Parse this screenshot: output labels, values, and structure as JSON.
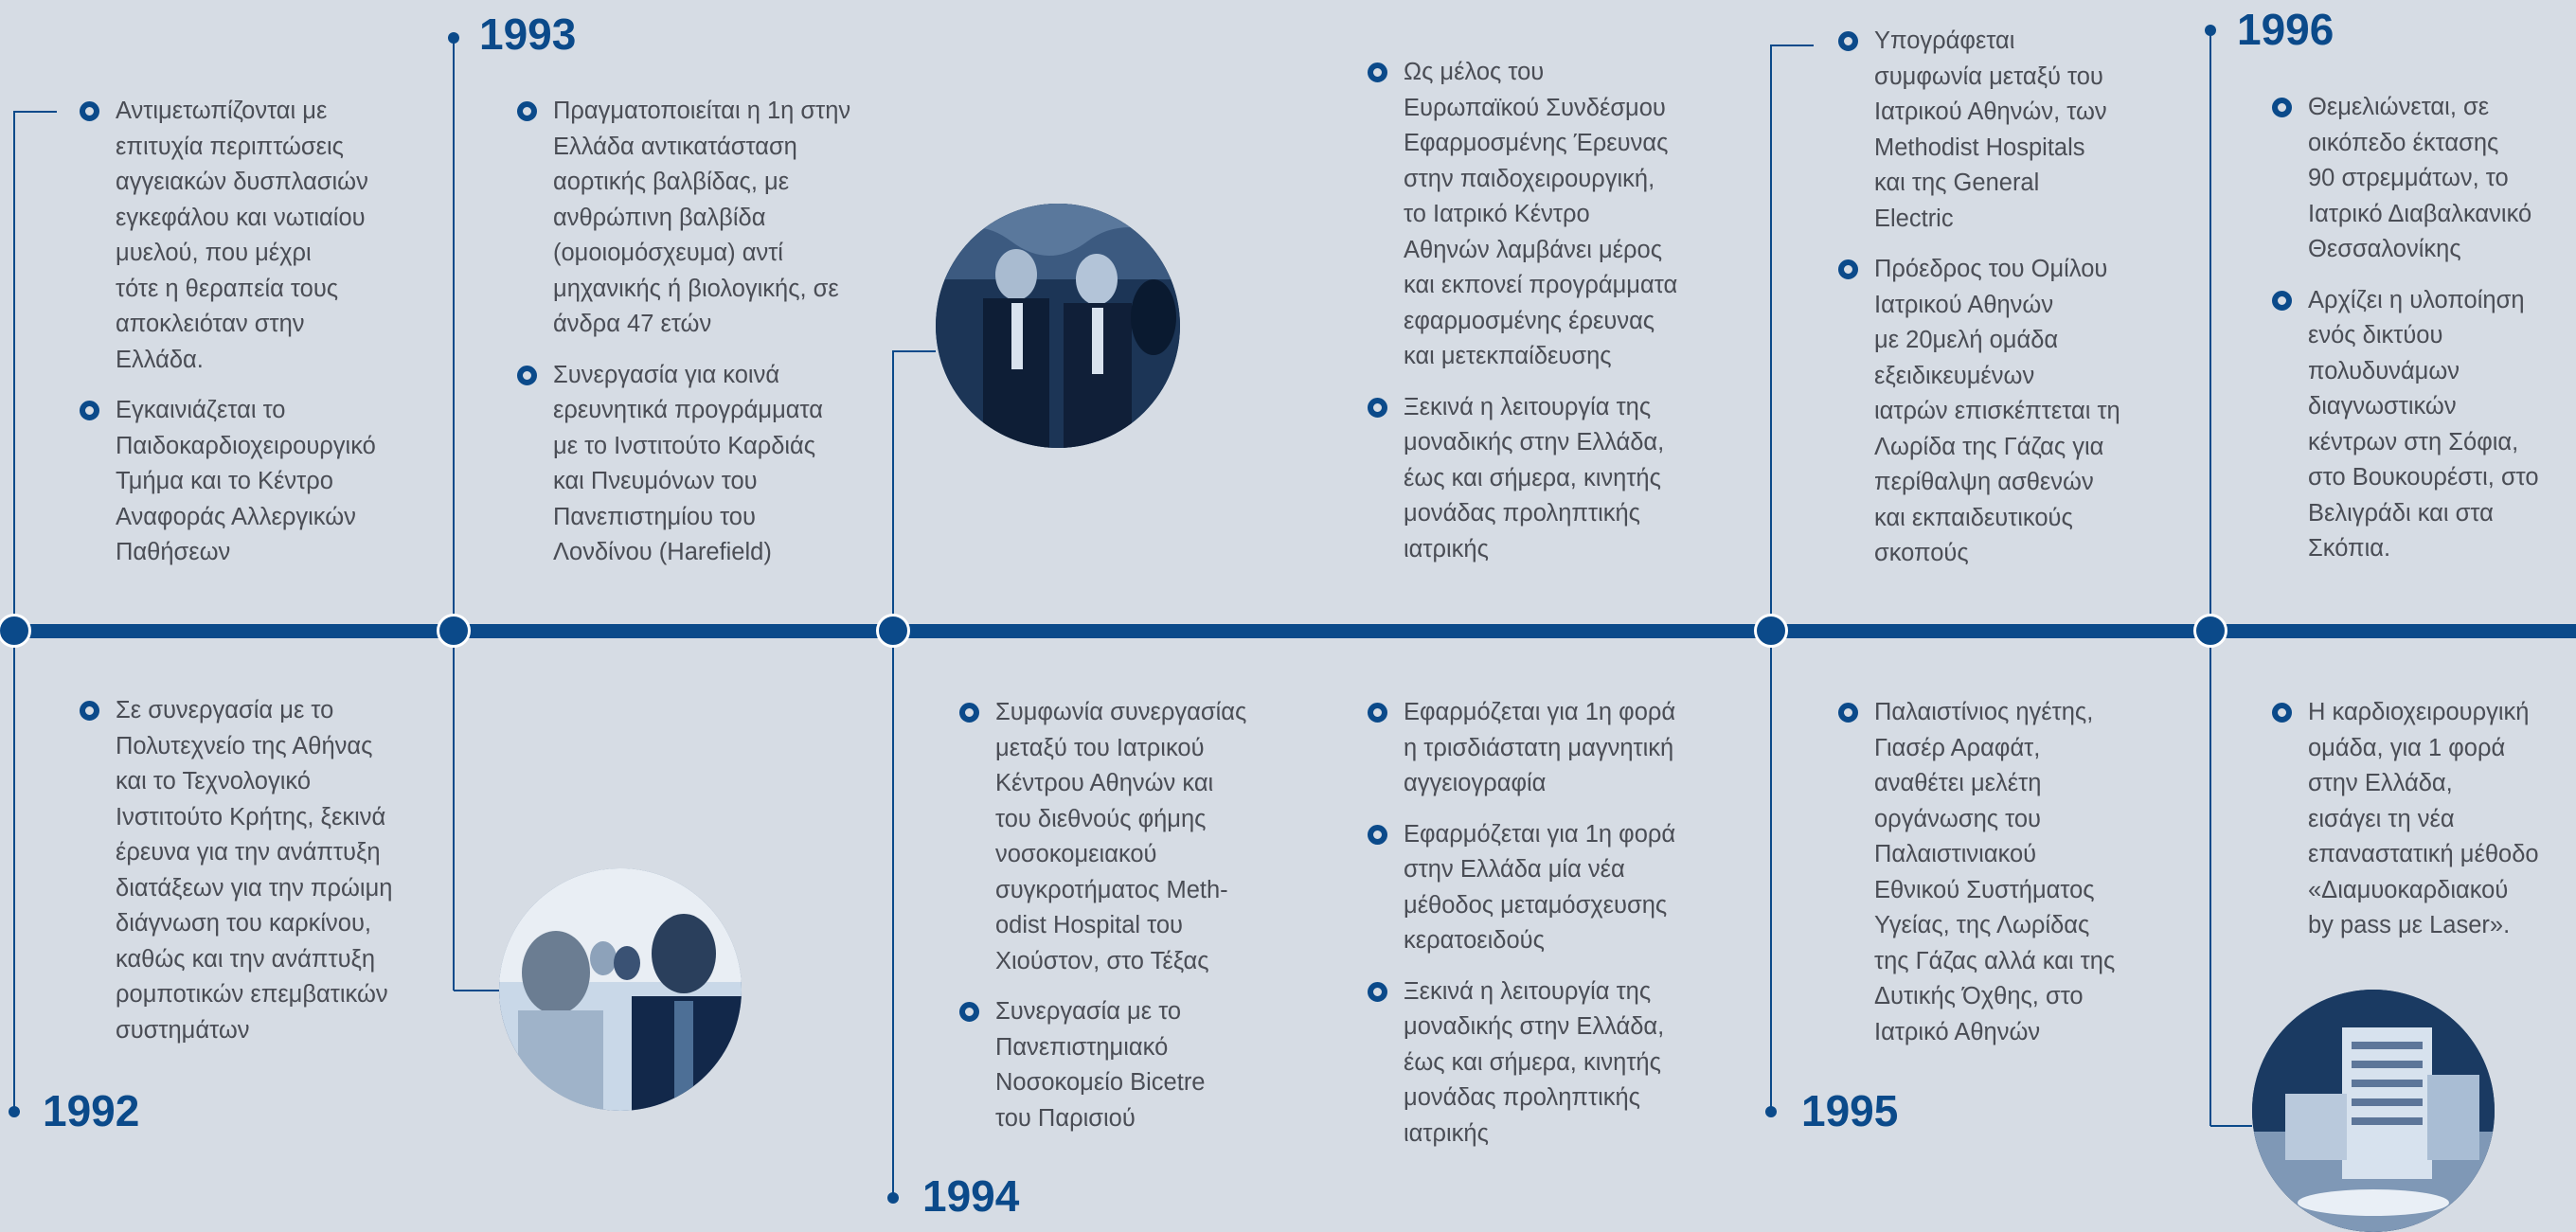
{
  "colors": {
    "background": "#d6dce4",
    "accent": "#0b4a8a",
    "text": "#4a4d55"
  },
  "years": {
    "y1992": "1992",
    "y1993": "1993",
    "y1994": "1994",
    "y1995": "1995",
    "y1996": "1996"
  },
  "entries": {
    "y1992_top": [
      [
        "Αντιμετωπίζονται με",
        "επιτυχία περιπτώσεις",
        "αγγειακών δυσπλασιών",
        "εγκεφάλου και νωτιαίου",
        "μυελού, που μέχρι",
        "τότε η θεραπεία τους",
        "αποκλειόταν στην",
        "Ελλάδα."
      ],
      [
        "Εγκαινιάζεται το",
        "Παιδοκαρδιοχειρουργικό",
        "Τμήμα και το Κέντρο",
        "Αναφοράς Αλλεργικών",
        "Παθήσεων"
      ]
    ],
    "y1992_bottom": [
      [
        "Σε συνεργασία με το",
        "Πολυτεχνείο της Αθήνας",
        "και το Τεχνολογικό",
        "Ινστιτούτο Κρήτης, ξεκινά",
        "έρευνα για την ανάπτυξη",
        "διατάξεων για την πρώιμη",
        "διάγνωση του καρκίνου,",
        "καθώς και την ανάπτυξη",
        "ρομποτικών επεμβατικών",
        "συστημάτων"
      ]
    ],
    "y1993_top": [
      [
        "Πραγματοποιείται η 1η στην",
        "Ελλάδα αντικατάσταση",
        "αορτικής βαλβίδας, με",
        "ανθρώπινη βαλβίδα",
        "(ομοιομόσχευμα) αντί",
        "μηχανικής ή βιολογικής, σε",
        "άνδρα 47 ετών"
      ],
      [
        "Συνεργασία για κοινά",
        "ερευνητικά προγράμματα",
        "με το Ινστιτούτο Καρδιάς",
        "και Πνευμόνων του",
        "Πανεπιστημίου του",
        "Λονδίνου (Harefield)"
      ]
    ],
    "y1994_bottom": [
      [
        "Συμφωνία συνεργασίας",
        "μεταξύ του Ιατρικού",
        "Κέντρου Αθηνών και",
        "του διεθνούς φήμης",
        "νοσοκομειακού",
        "συγκροτήματος Meth-",
        "odist Hospital του",
        "Χιούστον, στο Τέξας"
      ],
      [
        "Συνεργασία με το",
        "Πανεπιστημιακό",
        "Νοσοκομείο Bicetre",
        "του Παρισιού"
      ]
    ],
    "mid_top": [
      [
        "Ως μέλος του",
        "Ευρωπαϊκού Συνδέσμου",
        "Εφαρμοσμένης Έρευνας",
        "στην παιδοχειρουργική,",
        "το Ιατρικό Κέντρο",
        "Αθηνών λαμβάνει μέρος",
        "και εκπονεί προγράμματα",
        "εφαρμοσμένης έρευνας",
        "και μετεκπαίδευσης"
      ],
      [
        "Ξεκινά η λειτουργία της",
        "μοναδικής στην Ελλάδα,",
        "έως και σήμερα, κινητής",
        "μονάδας προληπτικής",
        "ιατρικής"
      ]
    ],
    "mid_bottom": [
      [
        "Εφαρμόζεται για 1η φορά",
        "η τρισδιάστατη μαγνητική",
        "αγγειογραφία"
      ],
      [
        "Εφαρμόζεται για 1η φορά",
        "στην Ελλάδα μία νέα",
        "μέθοδος μεταμόσχευσης",
        "κερατοειδούς"
      ],
      [
        "Ξεκινά η λειτουργία της",
        "μοναδικής στην Ελλάδα,",
        "έως και σήμερα, κινητής",
        "μονάδας προληπτικής",
        "ιατρικής"
      ]
    ],
    "y1995_top": [
      [
        "Υπογράφεται",
        "συμφωνία μεταξύ του",
        "Ιατρικού Αθηνών, των",
        "Methodist Hospitals",
        "και της General",
        "Electric"
      ],
      [
        "Πρόεδρος του Ομίλου",
        "Ιατρικού Αθηνών",
        "με 20μελή ομάδα",
        "εξειδικευμένων",
        "ιατρών επισκέπτεται τη",
        "Λωρίδα της Γάζας για",
        "περίθαλψη ασθενών",
        "και εκπαιδευτικούς",
        "σκοπούς"
      ]
    ],
    "y1995_bottom": [
      [
        "Παλαιστίνιος ηγέτης,",
        "Γιασέρ Αραφάτ,",
        "αναθέτει μελέτη",
        "οργάνωσης του",
        "Παλαιστινιακού",
        "Εθνικού Συστήματος",
        "Υγείας, της Λωρίδας",
        "της Γάζας αλλά και της",
        "Δυτικής Όχθης, στο",
        "Ιατρικό Αθηνών"
      ]
    ],
    "y1996_top": [
      [
        "Θεμελιώνεται, σε",
        "οικόπεδο έκτασης",
        "90 στρεμμάτων, το",
        "Ιατρικό Διαβαλκανικό",
        "Θεσσαλονίκης"
      ],
      [
        "Αρχίζει η υλοποίηση",
        "ενός δικτύου",
        "πολυδυνάμων",
        "διαγνωστικών",
        "κέντρων στη Σόφια,",
        "στο Βουκουρέστι, στο",
        "Βελιγράδι και στα",
        "Σκόπια."
      ]
    ],
    "y1996_bottom": [
      [
        "Η καρδιοχειρουργική",
        "ομάδα, για 1 φορά",
        "στην Ελλάδα,",
        "εισάγει τη νέα",
        "επαναστατική μέθοδο",
        "«Διαμυοκαρδιακού",
        "by pass με Laser»."
      ]
    ]
  }
}
